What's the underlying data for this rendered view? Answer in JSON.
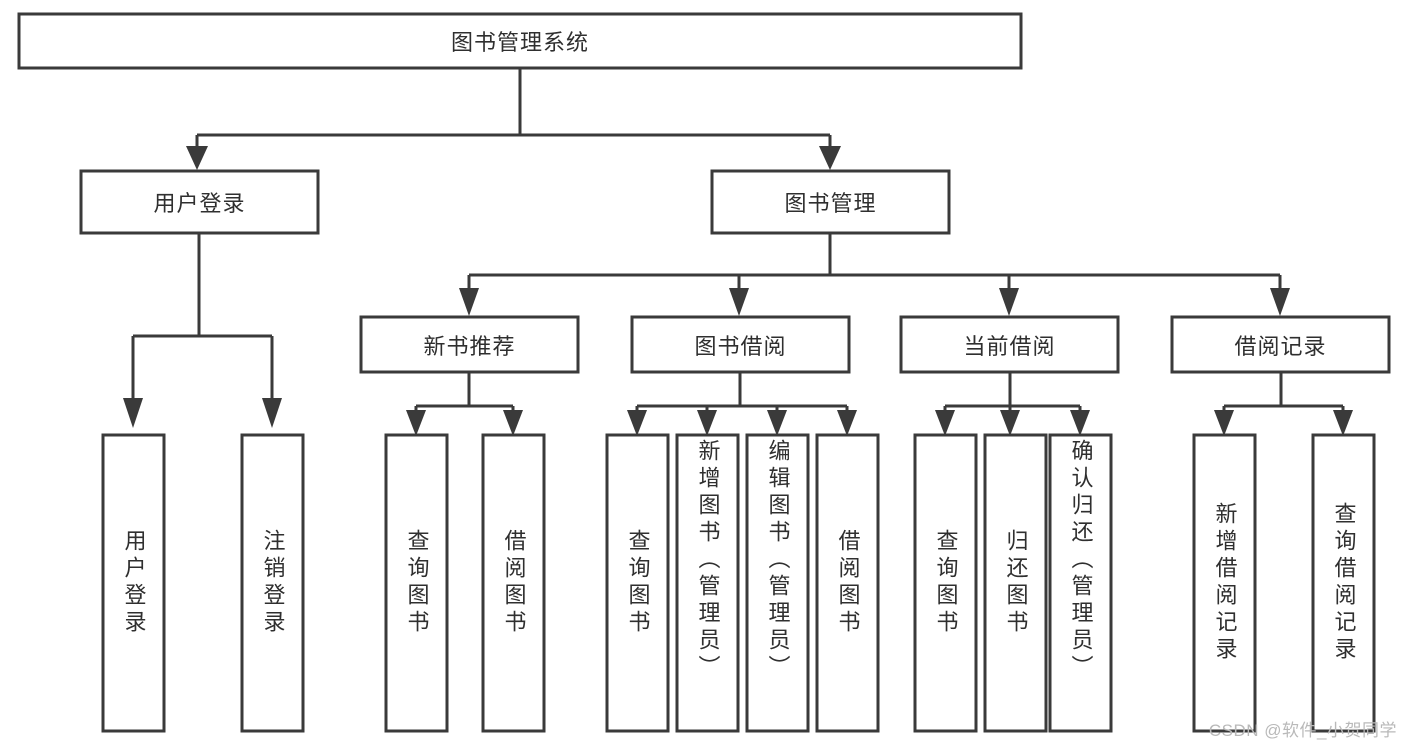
{
  "diagram": {
    "type": "tree",
    "title": "图书管理系统",
    "watermark": "CSDN @软件_小贺同学",
    "root": {
      "id": "root",
      "label": "图书管理系统"
    },
    "level2": [
      {
        "id": "user-login",
        "label": "用户登录"
      },
      {
        "id": "book-manage",
        "label": "图书管理"
      }
    ],
    "level3": [
      {
        "id": "new-book-rec",
        "label": "新书推荐",
        "parent": "book-manage"
      },
      {
        "id": "book-borrow",
        "label": "图书借阅",
        "parent": "book-manage"
      },
      {
        "id": "current-borrow",
        "label": "当前借阅",
        "parent": "book-manage"
      },
      {
        "id": "borrow-record",
        "label": "借阅记录",
        "parent": "book-manage"
      }
    ],
    "leaves": {
      "user-login": [
        {
          "id": "leaf-user-login",
          "label": "用户登录"
        },
        {
          "id": "leaf-logout-login",
          "label": "注销登录"
        }
      ],
      "new-book-rec": [
        {
          "id": "leaf-query-book-1",
          "label": "查询图书"
        },
        {
          "id": "leaf-borrow-book-1",
          "label": "借阅图书"
        }
      ],
      "book-borrow": [
        {
          "id": "leaf-query-book-2",
          "label": "查询图书"
        },
        {
          "id": "leaf-add-book",
          "label": "新增图书（管理员）"
        },
        {
          "id": "leaf-edit-book",
          "label": "编辑图书（管理员）"
        },
        {
          "id": "leaf-borrow-book-2",
          "label": "借阅图书"
        }
      ],
      "current-borrow": [
        {
          "id": "leaf-query-book-3",
          "label": "查询图书"
        },
        {
          "id": "leaf-return-book",
          "label": "归还图书"
        },
        {
          "id": "leaf-confirm-return",
          "label": "确认归还（管理员）"
        }
      ],
      "borrow-record": [
        {
          "id": "leaf-add-record",
          "label": "新增借阅记录"
        },
        {
          "id": "leaf-query-record",
          "label": "查询借阅记录"
        }
      ]
    },
    "colors": {
      "box_stroke": "#3a3a3a",
      "box_fill": "#ffffff",
      "connector": "#3a3a3a",
      "text": "#2f2f2f",
      "watermark": "#b9b9b9",
      "background": "#ffffff"
    }
  }
}
